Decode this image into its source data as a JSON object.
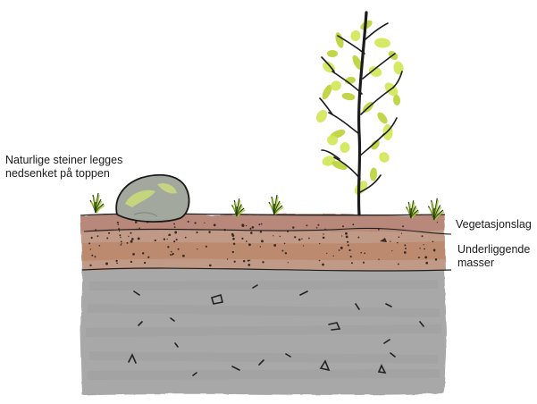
{
  "labels": {
    "stones": [
      "Naturlige steiner legges",
      "nedsenket på toppen"
    ],
    "vegetation_layer": "Vegetasjonslag",
    "underlying_masses": [
      "Underliggende",
      "masser"
    ]
  },
  "colors": {
    "soil_top": "#b98a78",
    "soil_mid": "#c49b84",
    "soil_bottom": "#b58367",
    "gravel": "#a6a6a6",
    "gravel_dark": "#8e8e8e",
    "leaf_green": "#d7e85a",
    "leaf_dark": "#b7cf3a",
    "trunk": "#1c1c1c",
    "stone": "#9ea59a",
    "stone_moss": "#c7d774",
    "line": "#1a1a1a"
  },
  "icons": [
    "tree-icon",
    "stone-icon",
    "grass-tuft-icon"
  ]
}
